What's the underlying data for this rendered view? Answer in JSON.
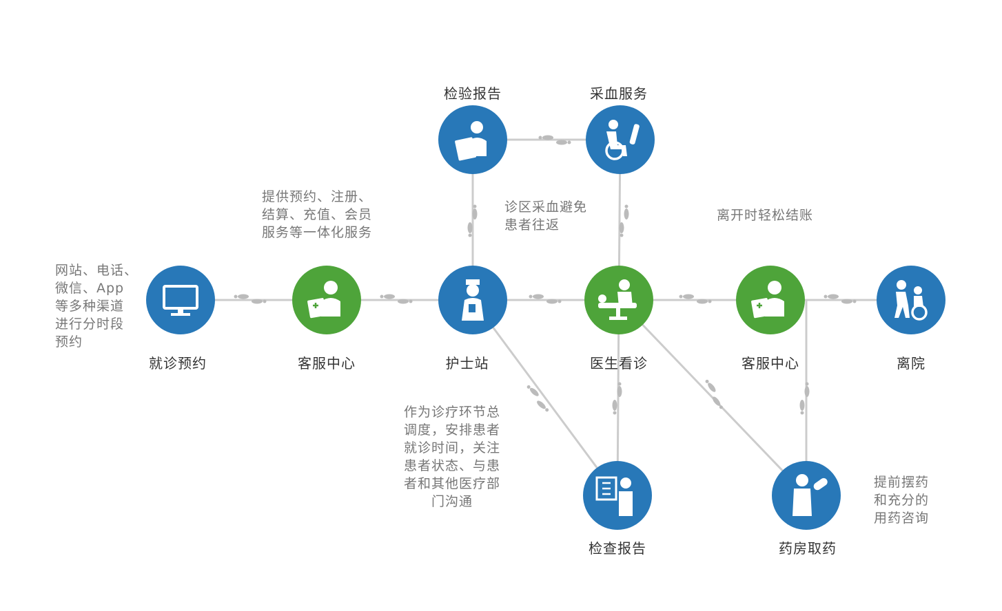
{
  "colors": {
    "blue": "#2878B8",
    "green": "#4EA43A",
    "line": "#CCCCCC",
    "footprint": "#BBBBBB",
    "label": "#333333",
    "note": "#777777"
  },
  "nodes": {
    "booking": {
      "label": "就诊预约",
      "color": "blue",
      "icon": "monitor-icon"
    },
    "service1": {
      "label": "客服中心",
      "color": "green",
      "icon": "customer-service-icon"
    },
    "nurse": {
      "label": "护士站",
      "color": "blue",
      "icon": "nurse-icon"
    },
    "doctor": {
      "label": "医生看诊",
      "color": "green",
      "icon": "doctor-exam-icon"
    },
    "service2": {
      "label": "客服中心",
      "color": "green",
      "icon": "billing-service-icon"
    },
    "leave": {
      "label": "离院",
      "color": "blue",
      "icon": "wheelchair-helper-icon"
    },
    "lab": {
      "label": "检验报告",
      "color": "blue",
      "icon": "lab-report-icon"
    },
    "blood": {
      "label": "采血服务",
      "color": "blue",
      "icon": "blood-draw-icon"
    },
    "exam": {
      "label": "检查报告",
      "color": "blue",
      "icon": "xray-report-icon"
    },
    "pharmacy": {
      "label": "药房取药",
      "color": "blue",
      "icon": "pharmacist-icon"
    }
  },
  "notes": {
    "booking": [
      "网站、电话、",
      "微信、App",
      "等多种渠道",
      "进行分时段",
      "预约"
    ],
    "service": [
      "提供预约、注册、",
      "结算、充值、会员",
      "服务等一体化服务"
    ],
    "blood": [
      "诊区采血避免",
      "患者往返"
    ],
    "checkout": [
      "离开时轻松结账"
    ],
    "nurse": [
      "作为诊疗环节总",
      "调度，安排患者",
      "就诊时间，关注",
      "患者状态、与患",
      "者和其他医疗部",
      "门沟通"
    ],
    "pharmacy": [
      "提前摆药",
      "和充分的",
      "用药咨询"
    ]
  }
}
